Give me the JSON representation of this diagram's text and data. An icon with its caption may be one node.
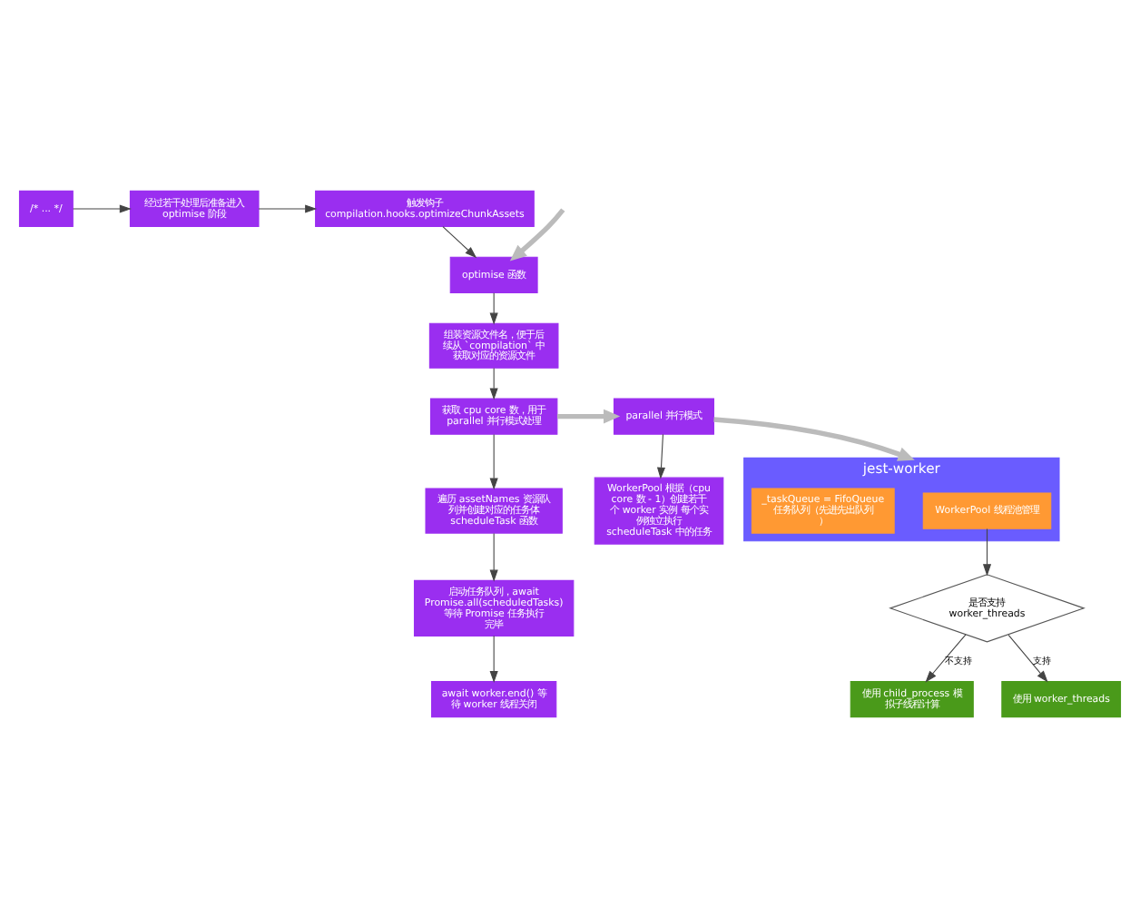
{
  "diagram": {
    "nodes": [
      {
        "text": [
          "/* ... */"
        ]
      },
      {
        "text": [
          "经过若干处理后准备进入 optimise 阶段"
        ]
      },
      {
        "text": [
          "触发钩子 compilation.hooks.optimizeChunkAssets"
        ]
      },
      {
        "text": [
          "optimise 函数"
        ]
      },
      {
        "text": [
          "组装资源文件名，便于后续从 `compilation` 中获取对应的资源文件"
        ]
      },
      {
        "text": [
          "获取 cpu core 数，用于 parallel 并行模式处理"
        ]
      },
      {
        "text": [
          "遍历 assetNames 资源队列并创建对应的任务体 scheduleTask 函数"
        ]
      },
      {
        "text": [
          "启动任务队列，await Promise.all(scheduledTasks) 等待 Promise 任务执行完毕"
        ]
      },
      {
        "text": [
          "await worker.end() 等待 worker 线程关闭"
        ]
      },
      {
        "text": [
          "parallel 并行模式"
        ]
      },
      {
        "text": [
          "WorkerPool 根据（cpu core 数 - 1）创建若干个 worker 实例 每个实例独立执行 scheduleTask 中的任务"
        ]
      },
      {
        "text": [
          "jest-worker"
        ]
      },
      {
        "text": [
          "WorkerPool 线程池管理"
        ],
        "in": 11
      },
      {
        "text": [
          "_taskQueue = FifoQueue 任务队列（先进先出队列）"
        ],
        "in": 11
      },
      {
        "text": [
          "是否支持 worker_threads"
        ]
      },
      {
        "text": [
          "使用 child_process 模拟子线程计算"
        ]
      },
      {
        "text": [
          "使用 worker_threads"
        ]
      }
    ],
    "edges": [
      {
        "from": 0,
        "to": 1,
        "arrow": "to"
      },
      {
        "from": 1,
        "to": 2,
        "arrow": "to"
      },
      {
        "from": 2,
        "to": 3,
        "arrow": "to"
      },
      {
        "from": null,
        "to": 3,
        "arrow": "to",
        "style": "thick",
        "color": "#bbbbbb"
      },
      {
        "from": 3,
        "to": 4,
        "arrow": "to"
      },
      {
        "from": 4,
        "to": 5,
        "arrow": "to"
      },
      {
        "from": 5,
        "to": 6,
        "arrow": "to"
      },
      {
        "from": 6,
        "to": 7,
        "arrow": "to"
      },
      {
        "from": 7,
        "to": 8,
        "arrow": "to"
      },
      {
        "from": 5,
        "to": 9,
        "arrow": "to",
        "style": "thick",
        "color": "#bbbbbb"
      },
      {
        "from": 9,
        "to": 10,
        "arrow": "to"
      },
      {
        "from": 9,
        "to": 11,
        "arrow": "to",
        "style": "thick",
        "color": "#bbbbbb"
      },
      {
        "from": 12,
        "to": 14,
        "arrow": "to"
      },
      {
        "from": 14,
        "to": 15,
        "label": "不支持",
        "arrow": "to"
      },
      {
        "from": 14,
        "to": 16,
        "label": "支持",
        "arrow": "to"
      }
    ]
  }
}
